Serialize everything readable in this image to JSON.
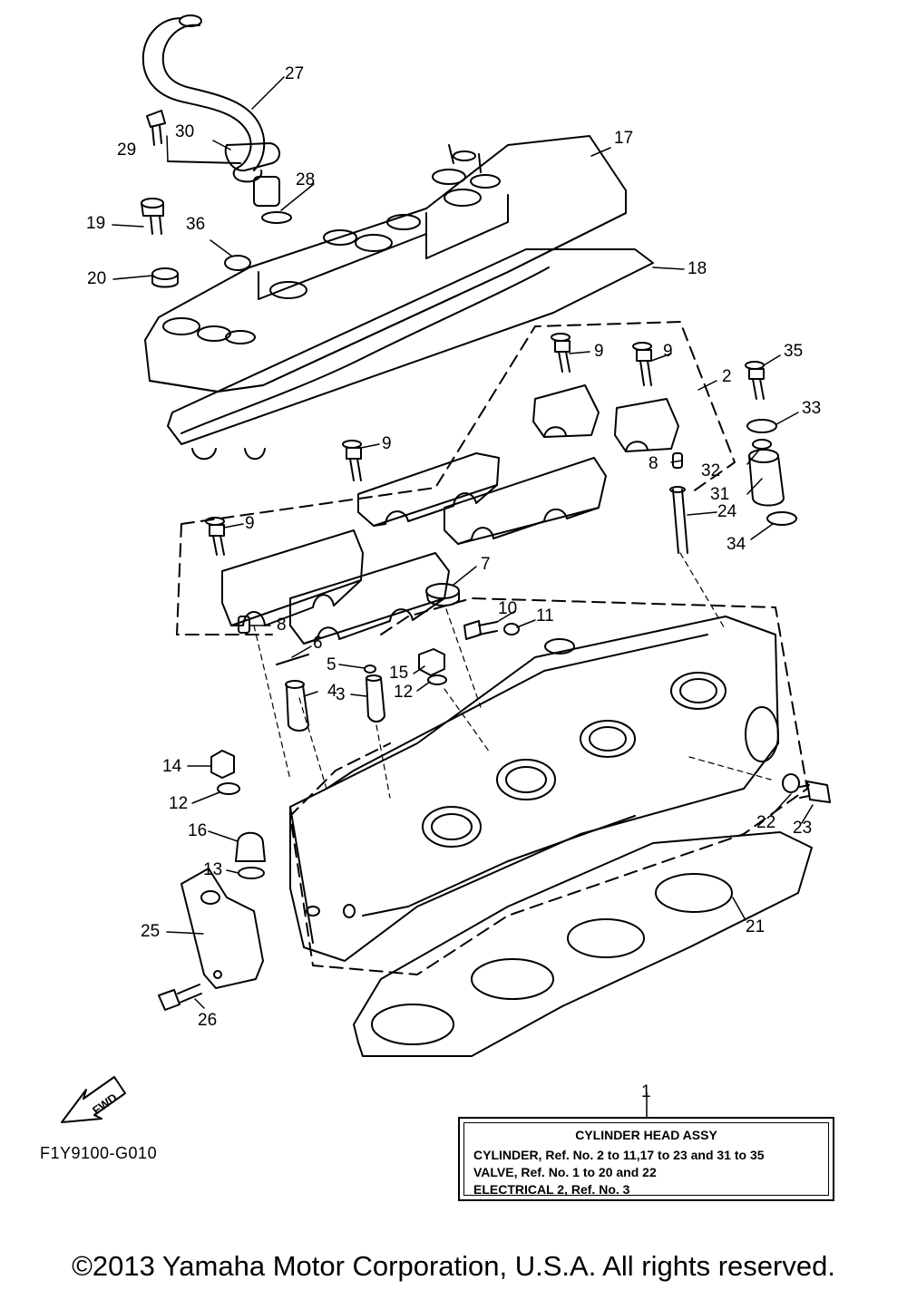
{
  "callouts": {
    "c1": "1",
    "c2": "2",
    "c3": "3",
    "c4": "4",
    "c5": "5",
    "c6": "6",
    "c7": "7",
    "c8a": "8",
    "c8b": "8",
    "c9a": "9",
    "c9b": "9",
    "c9c": "9",
    "c9d": "9",
    "c10": "10",
    "c11": "11",
    "c12a": "12",
    "c12b": "12",
    "c13": "13",
    "c14": "14",
    "c15": "15",
    "c16": "16",
    "c17": "17",
    "c18": "18",
    "c19": "19",
    "c20": "20",
    "c21": "21",
    "c22": "22",
    "c23": "23",
    "c24": "24",
    "c25": "25",
    "c26": "26",
    "c27": "27",
    "c28": "28",
    "c29": "29",
    "c30": "30",
    "c31": "31",
    "c32": "32",
    "c33": "33",
    "c34": "34",
    "c35": "35",
    "c36": "36"
  },
  "fwd_label": "FWD",
  "diagram_code": "F1Y9100-G010",
  "legend": {
    "title": "CYLINDER HEAD ASSY",
    "lines": [
      "CYLINDER, Ref. No. 2 to 11,17 to 23 and 31 to 35",
      "VALVE, Ref. No. 1 to 20 and 22",
      "ELECTRICAL 2, Ref. No. 3"
    ]
  },
  "copyright": "©2013 Yamaha Motor Corporation, U.S.A. All rights reserved."
}
